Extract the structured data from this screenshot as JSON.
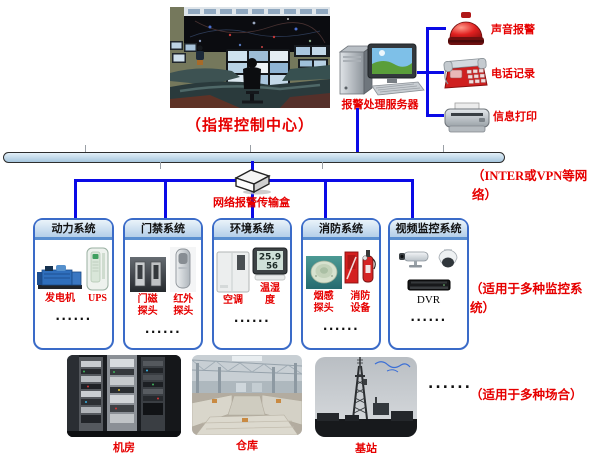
{
  "colors": {
    "line_blue": "#0a0ae6",
    "accent_red": "#e60000",
    "bar_fill": "#a6c6dd",
    "box_border": "#3a6bc8",
    "header_band": "#5a8fd0"
  },
  "command_center": {
    "caption": "（指挥控制中心）"
  },
  "server": {
    "label": "报警处理服务器"
  },
  "outputs": [
    {
      "label": "声音报警"
    },
    {
      "label": "电话记录"
    },
    {
      "label": "信息打印"
    }
  ],
  "network": {
    "label": "（INTER或VPN等网络）",
    "box_label": "网络报警传输盒"
  },
  "systems": {
    "note": "（适用于多种监控系统）",
    "boxes": [
      {
        "title": "动力系统",
        "items": [
          {
            "label": "发电机"
          },
          {
            "label": "UPS"
          }
        ],
        "dots": "......"
      },
      {
        "title": "门禁系统",
        "items": [
          {
            "label": "门磁探头"
          },
          {
            "label": "红外探头"
          }
        ],
        "dots": "......"
      },
      {
        "title": "环境系统",
        "items": [
          {
            "label": "空调"
          },
          {
            "label": "温湿度"
          }
        ],
        "dots": "......",
        "display": {
          "temp": "25.9",
          "hum": "56"
        }
      },
      {
        "title": "消防系统",
        "items": [
          {
            "label": "烟感探头"
          },
          {
            "label": "消防设备"
          }
        ],
        "dots": "......"
      },
      {
        "title": "视频监控系统",
        "items": [
          {
            "label": "DVR"
          }
        ],
        "dots": "......"
      }
    ]
  },
  "sites": {
    "note": "（适用于多种场合）",
    "dots": "......",
    "items": [
      {
        "label": "机房"
      },
      {
        "label": "仓库"
      },
      {
        "label": "基站"
      }
    ]
  }
}
